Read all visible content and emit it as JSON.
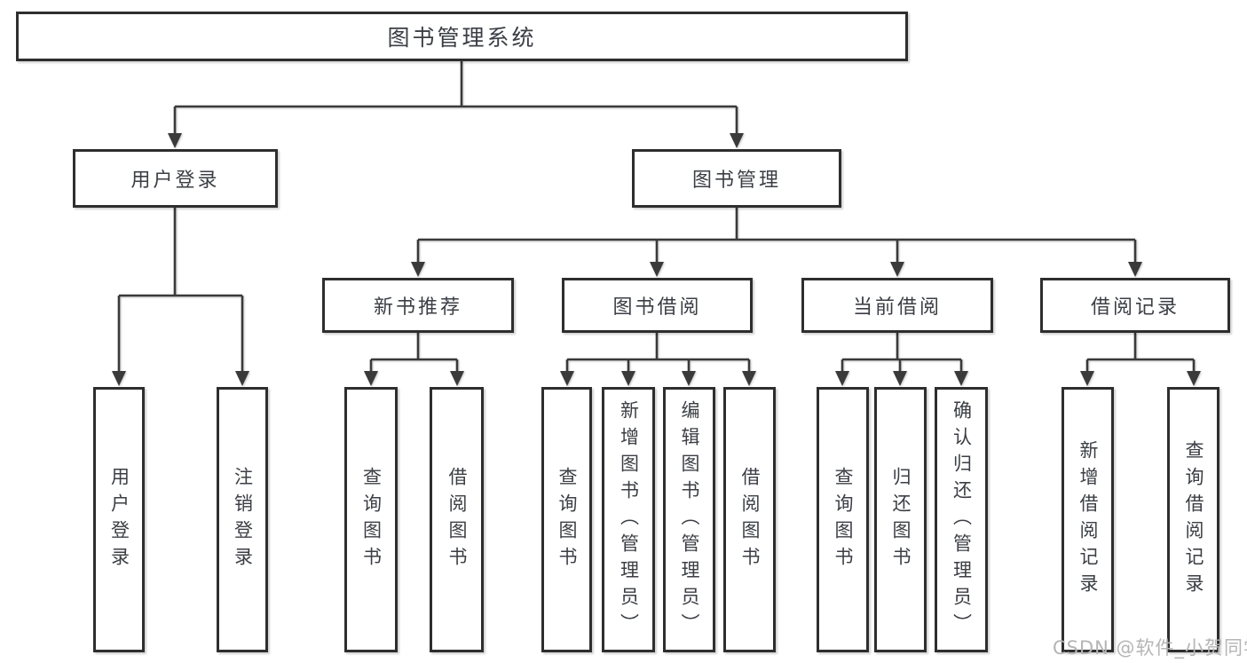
{
  "diagram": {
    "type": "hierarchy-tree",
    "colors": {
      "line": "#3a3a3a",
      "border": "#2e2e2e",
      "text": "#3b3e44",
      "watermark": "#b5b5b5",
      "background": "#ffffff"
    },
    "tree": {
      "label": "图书管理系统",
      "children": [
        {
          "label": "用户登录",
          "children": [
            {
              "label": "用户登录"
            },
            {
              "label": "注销登录"
            }
          ]
        },
        {
          "label": "图书管理",
          "children": [
            {
              "label": "新书推荐",
              "children": [
                {
                  "label": "查询图书"
                },
                {
                  "label": "借阅图书"
                }
              ]
            },
            {
              "label": "图书借阅",
              "children": [
                {
                  "label": "查询图书"
                },
                {
                  "label": "新增图书（管理员）"
                },
                {
                  "label": "编辑图书（管理员）"
                },
                {
                  "label": "借阅图书"
                }
              ]
            },
            {
              "label": "当前借阅",
              "children": [
                {
                  "label": "查询图书"
                },
                {
                  "label": "归还图书"
                },
                {
                  "label": "确认归还（管理员）"
                }
              ]
            },
            {
              "label": "借阅记录",
              "children": [
                {
                  "label": "新增借阅记录"
                },
                {
                  "label": "查询借阅记录"
                }
              ]
            }
          ]
        }
      ]
    },
    "watermark": {
      "text": "CSDN @软件_小贺同学"
    }
  }
}
